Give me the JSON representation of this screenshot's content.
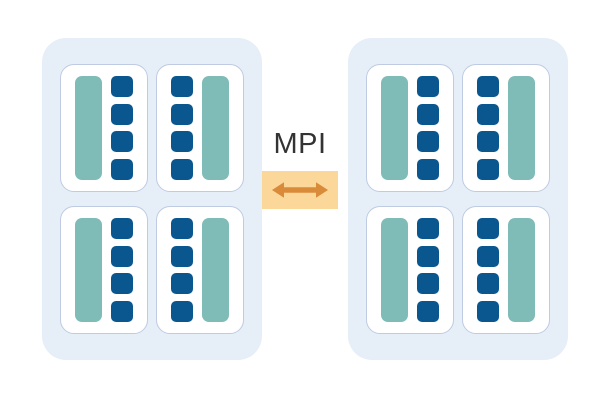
{
  "diagram": {
    "title": "MPI distributed node diagram",
    "type": "architecture",
    "interconnect": {
      "label": "MPI",
      "arrow_icon": "double-arrow-horizontal-icon",
      "direction": "bidirectional",
      "band_color": "#FBD79A",
      "arrow_color": "#D98B3A",
      "label_color": "#333333"
    },
    "colors": {
      "node_background": "#E6EEF8",
      "socket_background": "#FFFFFF",
      "socket_border": "#BFCBE2",
      "memory_bar": "#7FBCB7",
      "core": "#0A5790",
      "canvas": "#FFFFFF"
    },
    "nodes": [
      {
        "id": "node-left",
        "sockets": [
          {
            "id": "left-socket-1",
            "layout": "memory-left",
            "memory_bars": 1,
            "cores": 4
          },
          {
            "id": "left-socket-2",
            "layout": "memory-right",
            "memory_bars": 1,
            "cores": 4
          },
          {
            "id": "left-socket-3",
            "layout": "memory-left",
            "memory_bars": 1,
            "cores": 4
          },
          {
            "id": "left-socket-4",
            "layout": "memory-right",
            "memory_bars": 1,
            "cores": 4
          }
        ]
      },
      {
        "id": "node-right",
        "sockets": [
          {
            "id": "right-socket-1",
            "layout": "memory-left",
            "memory_bars": 1,
            "cores": 4
          },
          {
            "id": "right-socket-2",
            "layout": "memory-right",
            "memory_bars": 1,
            "cores": 4
          },
          {
            "id": "right-socket-3",
            "layout": "memory-left",
            "memory_bars": 1,
            "cores": 4
          },
          {
            "id": "right-socket-4",
            "layout": "memory-right",
            "memory_bars": 1,
            "cores": 4
          }
        ]
      }
    ]
  }
}
